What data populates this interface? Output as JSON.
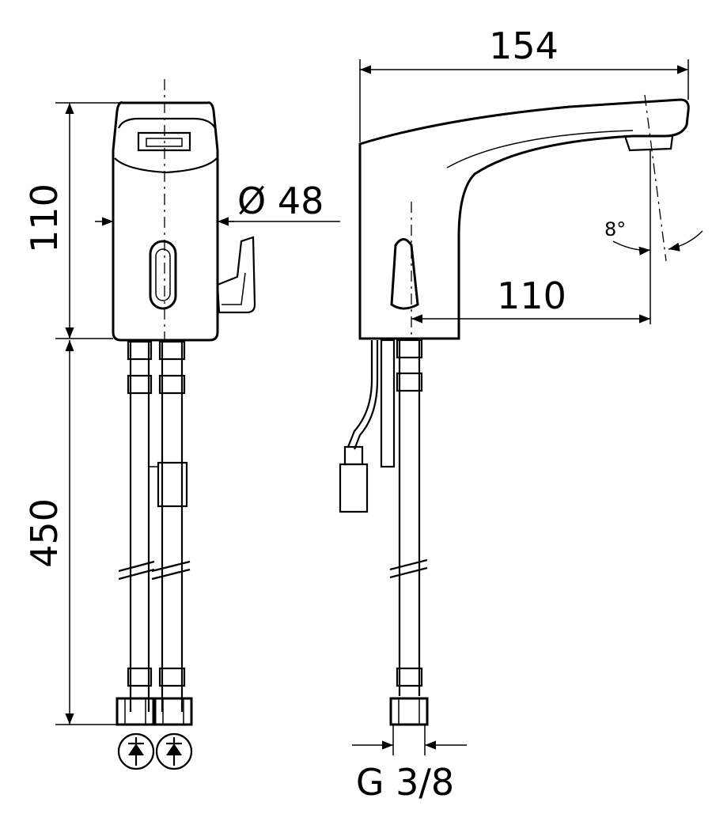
{
  "dimensions": {
    "body_height": "110",
    "hose_length": "450",
    "diameter": "Ø 48",
    "spout_length": "154",
    "spout_reach": "110",
    "angle": "8°",
    "thread": "G 3/8"
  },
  "colors": {
    "line": "#000000",
    "background": "#ffffff"
  },
  "icons": [
    "check-valve-symbol-icon",
    "check-valve-symbol-icon"
  ]
}
